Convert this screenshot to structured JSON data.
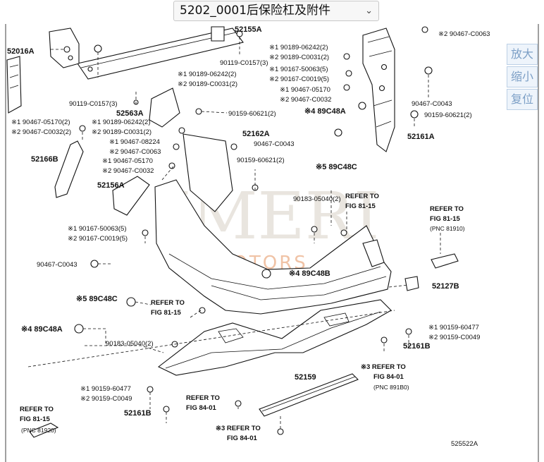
{
  "header": {
    "title": "5202_0001后保险杠及附件",
    "dropdown_icon": "chevron-down-icon"
  },
  "zoom": {
    "zoom_in": "放大",
    "zoom_out": "缩小",
    "reset": "复位"
  },
  "watermark": {
    "brand": "IMERI",
    "sub": "MOTORS"
  },
  "diagram": {
    "code": "525522A",
    "labels": {
      "l52016A": "52016A",
      "l52155A": "52155A",
      "l90467_0063_tr": "※2 90467-C0063",
      "l90119_0157_3a": "90119-C0157(3)",
      "l90189_06242_a": "※1 90189-06242(2)",
      "l90189_0031_a": "※2 90189-C0031(2)",
      "l90167_50063_a": "※1 90167-50063(5)",
      "l90167_0019_a": "※2 90167-C0019(5)",
      "l90467_05170_a": "※1 90467-05170",
      "l90467_0032_a": "※2 90467-C0032",
      "l89C48A_a": "※4 89C48A",
      "l90119_0157_3b": "90119-C0157(3)",
      "l90189_06242_b": "※1 90189-06242(2)",
      "l90189_0031_b": "※2 90189-C0031(2)",
      "l52563A": "52563A",
      "l90159_60621_a": "90159-60621(2)",
      "l90467_0043_r": "90467-C0043",
      "l90159_60621_r": "90159-60621(2)",
      "l52161A": "52161A",
      "l90467_05170_b": "※1 90467-05170(2)",
      "l90467_0032_b": "※2 90467-C0032(2)",
      "l90189_06242_c": "※1 90189-06242(2)",
      "l90189_0031_c": "※2 90189-C0031(2)",
      "l52162A": "52162A",
      "l90467_08224": "※1 90467-08224",
      "l90467_0063_b": "※2 90467-C0063",
      "l90467_0043_b": "90467-C0043",
      "l52166B": "52166B",
      "l90467_05170_c": "※1 90467-05170",
      "l90467_0032_c": "※2 90467-C0032",
      "l90159_60621_b": "90159-60621(2)",
      "l89C48C_a": "※5 89C48C",
      "l52156A": "52156A",
      "l90183_05040_a": "90183-05040(2)",
      "ref1": "REFER TO",
      "ref1b": "FIG 81-15",
      "ref2": "REFER TO",
      "ref2b": "FIG 81-15",
      "ref2c": "(PNC 81910)",
      "l90167_50063_b": "※1 90167-50063(5)",
      "l90167_0019_b": "※2 90167-C0019(5)",
      "l90467_0043_c": "90467-C0043",
      "l89C48B": "※4 89C48B",
      "l52127B": "52127B",
      "l89C48C_b": "※5 89C48C",
      "ref3": "REFER TO",
      "ref3b": "FIG 81-15",
      "l89C48A_b": "※4 89C48A",
      "l90159_60477_r": "※1 90159-60477",
      "l90159_0049_r": "※2 90159-C0049",
      "l52161B_r": "52161B",
      "l90183_05040_b": "90183-05040(2)",
      "l52159": "52159",
      "ref4": "※3 REFER TO",
      "ref4b": "FIG 84-01",
      "ref4c": "(PNC 891B0)",
      "l90159_60477_l": "※1 90159-60477",
      "l90159_0049_l": "※2 90159-C0049",
      "ref5": "REFER TO",
      "ref5b": "FIG 84-01",
      "ref6": "REFER TO",
      "ref6b": "FIG 81-15",
      "ref6c": "(PNC 81920)",
      "l52161B_l": "52161B",
      "ref7": "※3 REFER TO",
      "ref7b": "FIG 84-01"
    }
  }
}
